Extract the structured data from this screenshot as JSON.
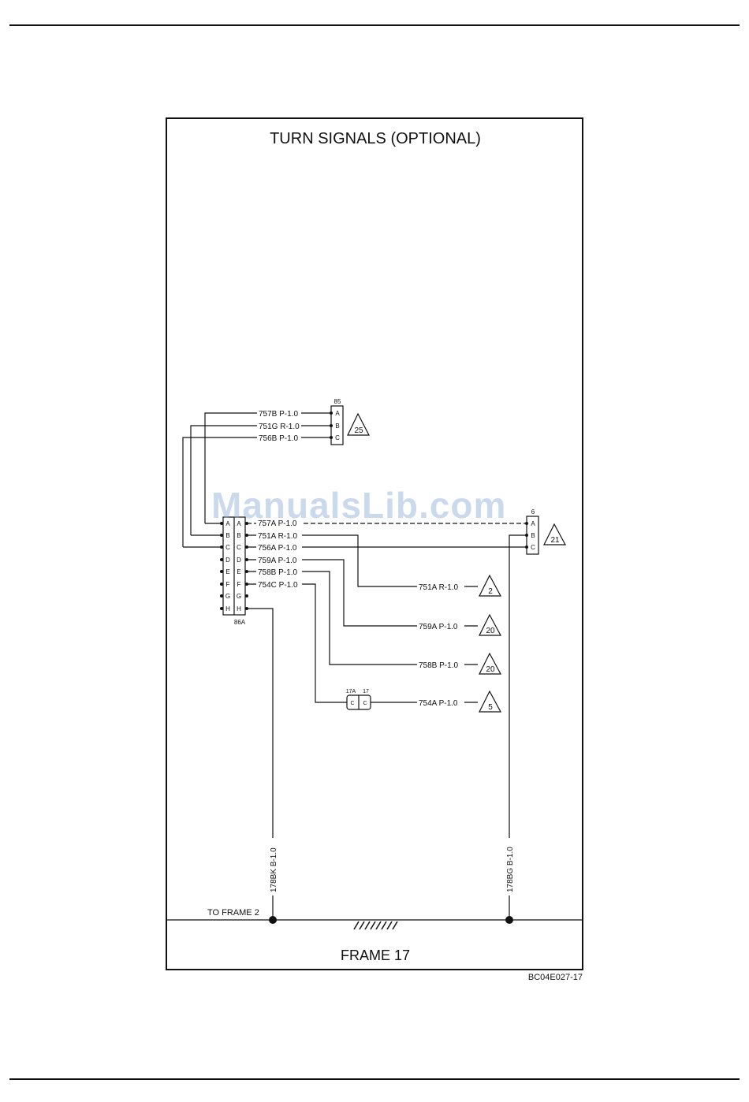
{
  "title": "TURN SIGNALS (OPTIONAL)",
  "frame_label": "FRAME 17",
  "figure_code": "BC04E027-17",
  "to_frame_label": "TO FRAME 2",
  "watermark": "ManualsLib.com",
  "connectors": {
    "c85": {
      "id": "85",
      "pins": [
        "A",
        "B",
        "C"
      ]
    },
    "c86a": {
      "id": "86A",
      "left_pins": [
        "A",
        "B",
        "C",
        "D",
        "E",
        "F",
        "G",
        "H"
      ],
      "right_pins": [
        "A",
        "B",
        "C",
        "D",
        "E",
        "F",
        "G",
        "H"
      ]
    },
    "c_right": {
      "id": "6",
      "pins": [
        "A",
        "B",
        "C"
      ]
    },
    "splice_left": "17A",
    "splice_right": "17",
    "splice_pin": "C"
  },
  "wires": {
    "w757b": "757B P-1.0",
    "w751g": "751G R-1.0",
    "w756b": "756B P-1.0",
    "w757a": "757A P-1.0",
    "w751a": "751A R-1.0",
    "w756a": "756A P-1.0",
    "w759a": "759A P-1.0",
    "w758b": "758B P-1.0",
    "w754c": "754C P-1.0",
    "out751a": "751A R-1.0",
    "out759a": "759A P-1.0",
    "out758b": "758B P-1.0",
    "out754a": "754A P-1.0",
    "ground_left": "178BK B-1.0",
    "ground_right": "178BG B-1.0"
  },
  "refs": {
    "r25": "25",
    "r21": "21",
    "r2": "2",
    "r20a": "20",
    "r20b": "20",
    "r5": "5"
  }
}
